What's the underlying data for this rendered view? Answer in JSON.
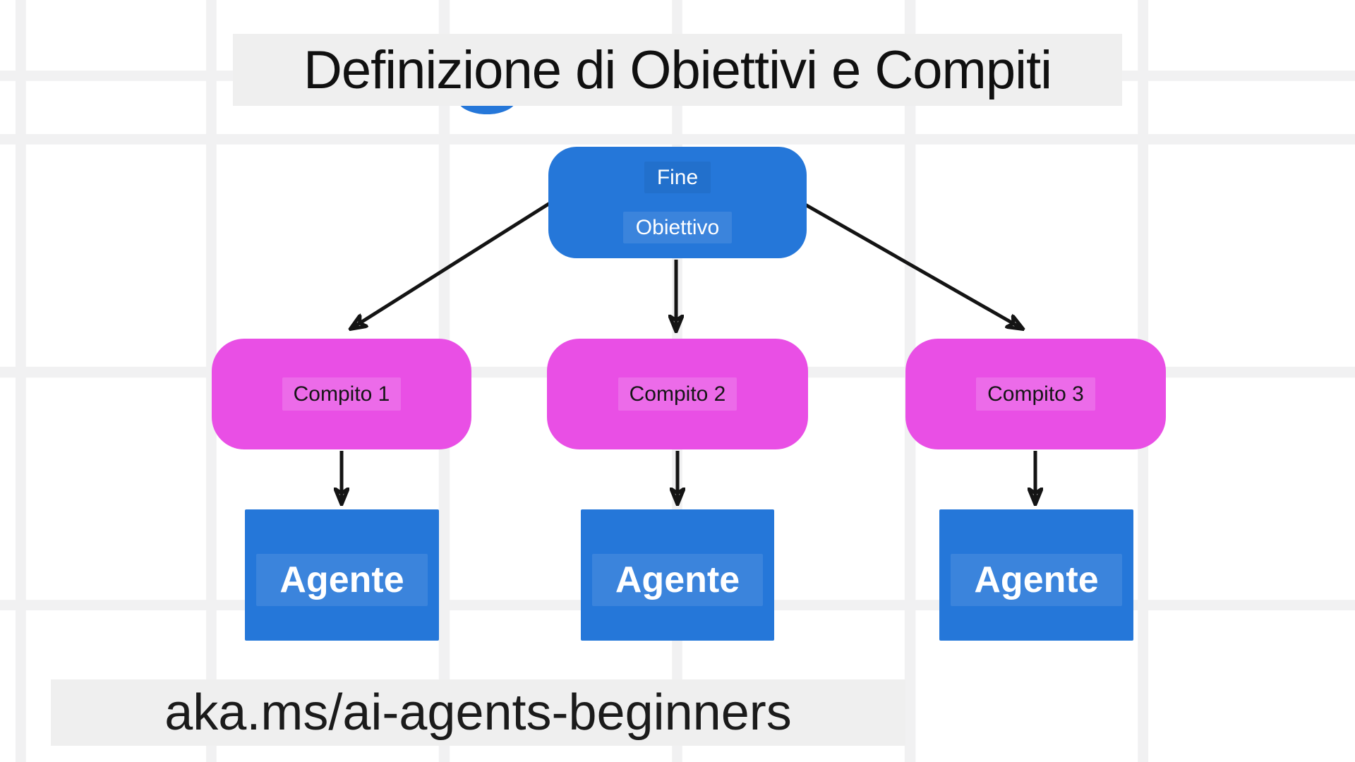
{
  "title": {
    "text": "Definizione di Obiettivi e Compiti"
  },
  "footer": {
    "text": "aka.ms/ai-agents-beginners"
  },
  "diagram": {
    "goal": {
      "label_top": "Fine",
      "label_bottom": "Obiettivo"
    },
    "tasks": [
      {
        "label": "Compito 1"
      },
      {
        "label": "Compito 2"
      },
      {
        "label": "Compito 3"
      }
    ],
    "agents": [
      {
        "label": "Agente"
      },
      {
        "label": "Agente"
      },
      {
        "label": "Agente"
      }
    ]
  },
  "colors": {
    "node_blue": "#2577d9",
    "node_magenta": "#e94fe5",
    "arrow_black": "#141414",
    "panel_gray": "#efefef",
    "grid_line": "#f1f1f2",
    "background": "#ffffff"
  }
}
